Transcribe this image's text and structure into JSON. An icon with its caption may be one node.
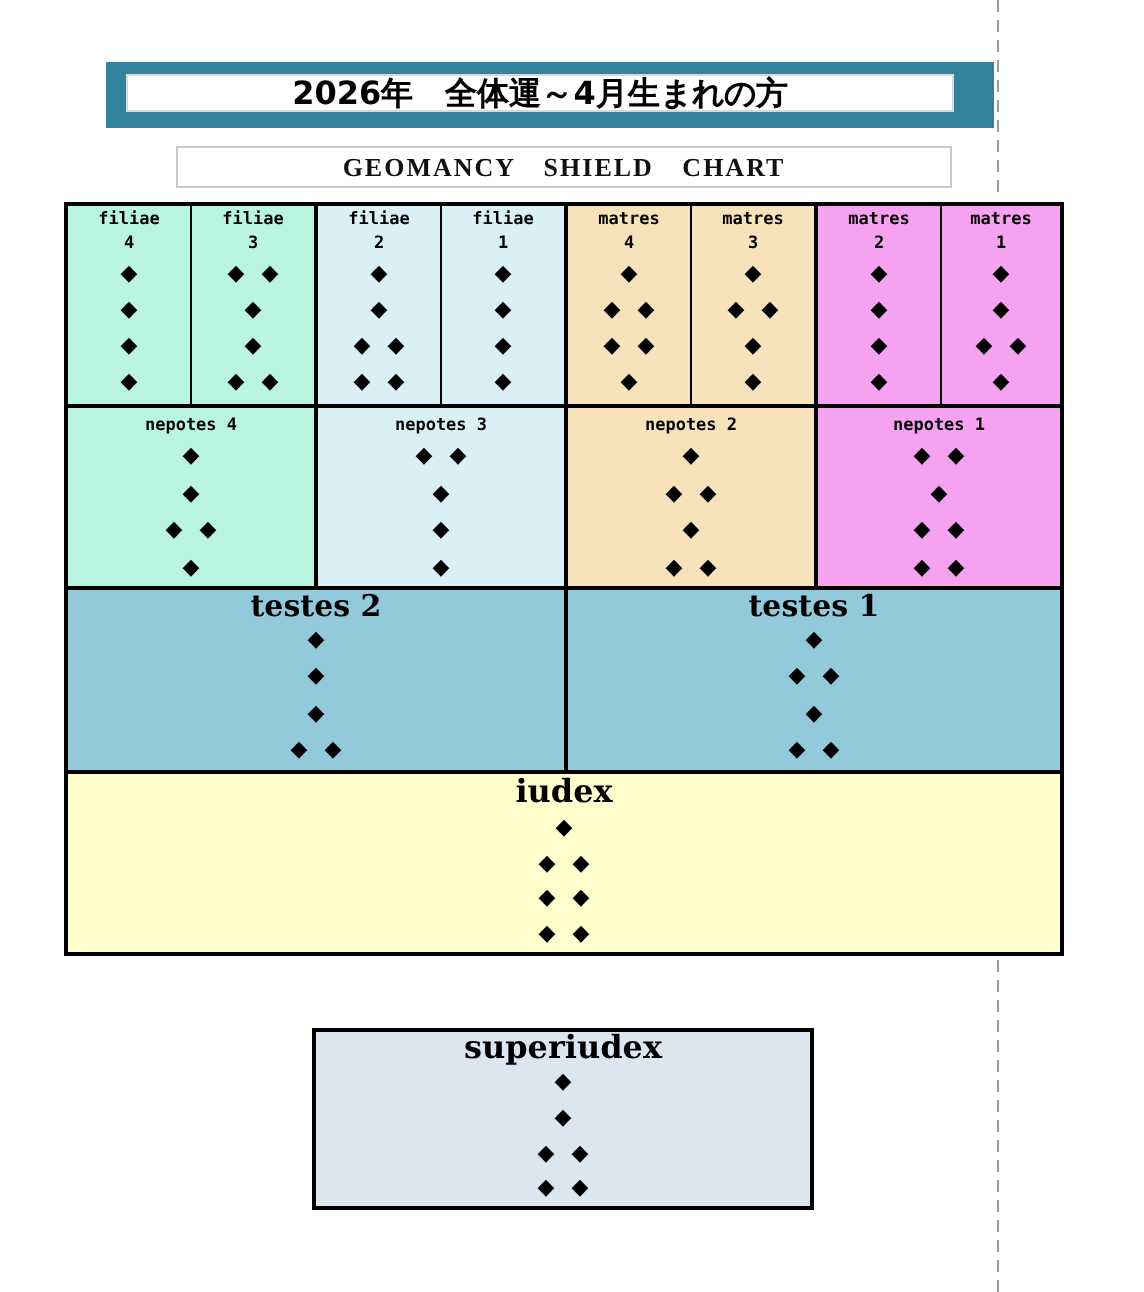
{
  "diagram": {
    "title": "2026年　全体運～4月生まれの方",
    "nodes": [
      {
        "text": [
          "GEOMANCY SHIELD CHART"
        ]
      },
      {
        "text": [
          "filiae 4",
          "◆",
          "◆",
          "◆",
          "◆"
        ]
      },
      {
        "text": [
          "filiae 3",
          "◆ ◆",
          "◆",
          "◆",
          "◆ ◆"
        ]
      },
      {
        "text": [
          "filiae 2",
          "◆",
          "◆",
          "◆ ◆",
          "◆ ◆"
        ]
      },
      {
        "text": [
          "filiae 1",
          "◆",
          "◆",
          "◆",
          "◆"
        ]
      },
      {
        "text": [
          "matres 4",
          "◆",
          "◆ ◆",
          "◆ ◆",
          "◆"
        ]
      },
      {
        "text": [
          "matres 3",
          "◆",
          "◆ ◆",
          "◆",
          "◆"
        ]
      },
      {
        "text": [
          "matres 2",
          "◆",
          "◆",
          "◆",
          "◆"
        ]
      },
      {
        "text": [
          "matres 1",
          "◆",
          "◆",
          "◆ ◆",
          "◆"
        ]
      },
      {
        "text": [
          "nepotes 4",
          "◆",
          "◆",
          "◆ ◆",
          "◆"
        ]
      },
      {
        "text": [
          "nepotes 3",
          "◆ ◆",
          "◆",
          "◆",
          "◆"
        ]
      },
      {
        "text": [
          "nepotes 2",
          "◆",
          "◆ ◆",
          "◆",
          "◆ ◆"
        ]
      },
      {
        "text": [
          "nepotes 1",
          "◆ ◆",
          "◆",
          "◆ ◆",
          "◆ ◆"
        ]
      },
      {
        "text": [
          "testes 2",
          "◆",
          "◆",
          "◆",
          "◆ ◆"
        ]
      },
      {
        "text": [
          "testes 1",
          "◆",
          "◆ ◆",
          "◆",
          "◆ ◆"
        ]
      },
      {
        "text": [
          "iudex",
          "◆",
          "◆ ◆",
          "◆ ◆",
          "◆ ◆"
        ]
      },
      {
        "text": [
          "superiudex",
          "◆",
          "◆",
          "◆ ◆",
          "◆ ◆"
        ]
      }
    ]
  }
}
